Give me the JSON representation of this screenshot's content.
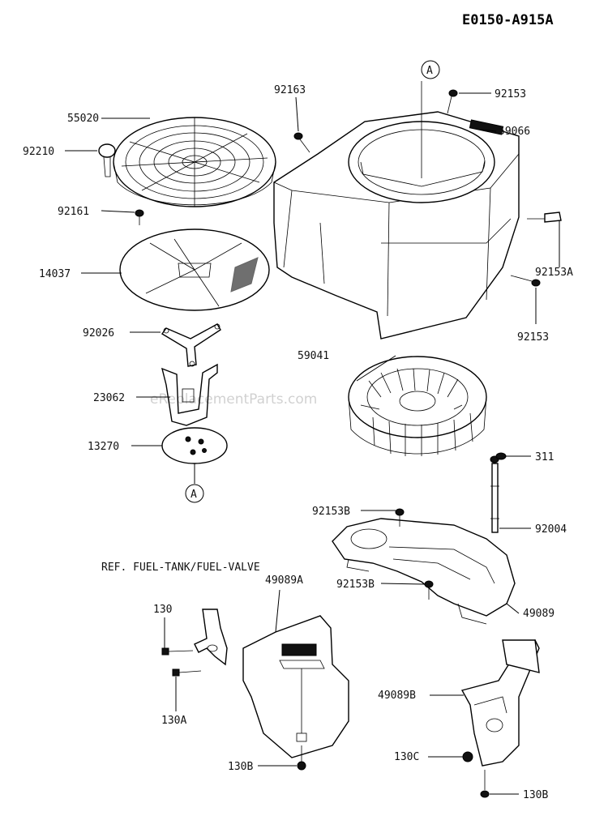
{
  "diagram": {
    "code": "E0150-A915A",
    "watermark": "eReplacementParts.com",
    "reference_note": "REF. FUEL-TANK/FUEL-VALVE",
    "circle_marker": "A",
    "parts": [
      {
        "id": "p92163",
        "label": "92163"
      },
      {
        "id": "p92153a",
        "label": "92153"
      },
      {
        "id": "p59066",
        "label": "59066"
      },
      {
        "id": "p55020",
        "label": "55020"
      },
      {
        "id": "p92210",
        "label": "92210"
      },
      {
        "id": "p92161",
        "label": "92161"
      },
      {
        "id": "p14037",
        "label": "14037"
      },
      {
        "id": "p92153A",
        "label": "92153A"
      },
      {
        "id": "p92153b",
        "label": "92153"
      },
      {
        "id": "p92026",
        "label": "92026"
      },
      {
        "id": "p59041",
        "label": "59041"
      },
      {
        "id": "p23062",
        "label": "23062"
      },
      {
        "id": "p13270",
        "label": "13270"
      },
      {
        "id": "p311",
        "label": "311"
      },
      {
        "id": "p92153B1",
        "label": "92153B"
      },
      {
        "id": "p92004",
        "label": "92004"
      },
      {
        "id": "p49089A",
        "label": "49089A"
      },
      {
        "id": "p92153B2",
        "label": "92153B"
      },
      {
        "id": "p49089",
        "label": "49089"
      },
      {
        "id": "p130",
        "label": "130"
      },
      {
        "id": "p130A",
        "label": "130A"
      },
      {
        "id": "p49089B",
        "label": "49089B"
      },
      {
        "id": "p130C",
        "label": "130C"
      },
      {
        "id": "p130B1",
        "label": "130B"
      },
      {
        "id": "p130B2",
        "label": "130B"
      }
    ]
  }
}
